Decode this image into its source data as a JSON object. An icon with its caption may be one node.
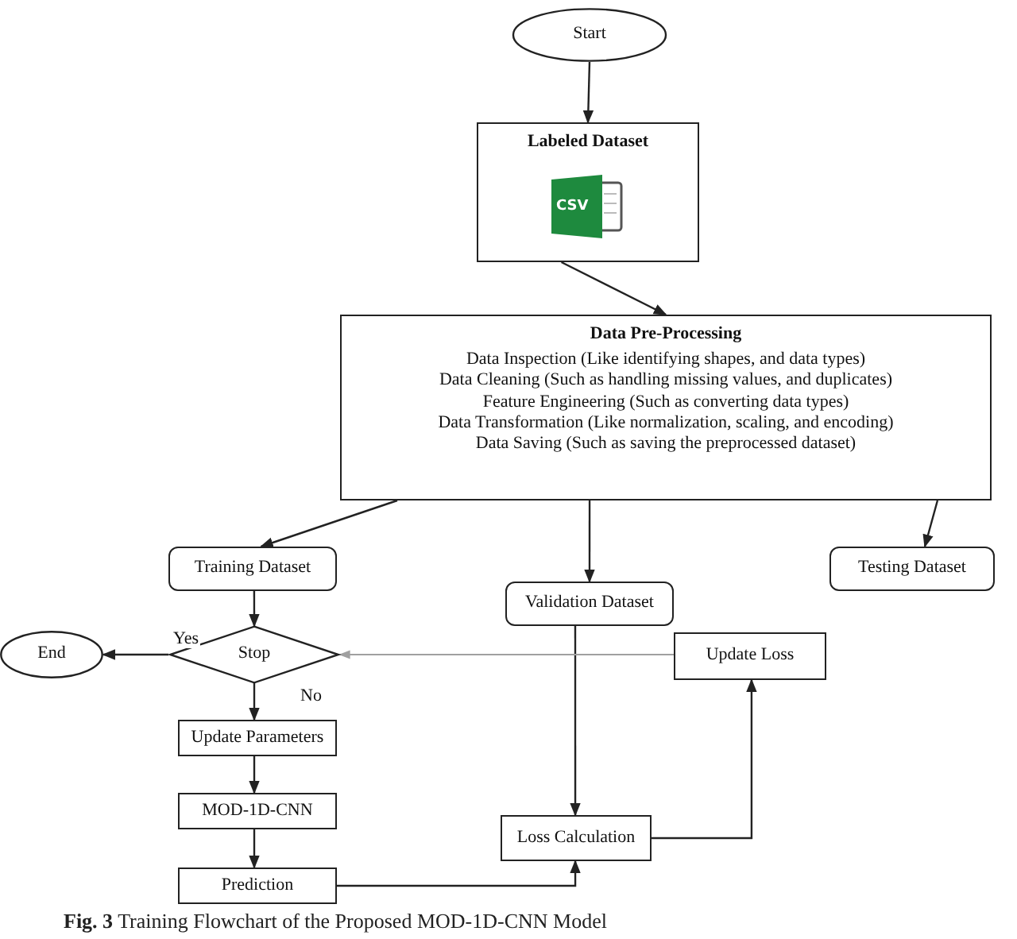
{
  "diagram": {
    "caption": "**Fig. 3** Training Flowchart of the Proposed MOD-1D-CNN Model",
    "nodes": [
      {
        "text": [
          "Start"
        ]
      },
      {
        "text": [
          "Labeled Dataset"
        ]
      },
      {
        "text": [
          "Data Pre-Processing",
          "Data Inspection (Like identifying shapes, and data types)",
          "Data Cleaning (Such as handling missing values, and duplicates)",
          "Feature Engineering (Such as converting data types)",
          "Data Transformation (Like normalization, scaling, and encoding)",
          "Data Saving (Such as saving the preprocessed dataset)"
        ]
      },
      {
        "text": [
          "Training Dataset"
        ]
      },
      {
        "text": [
          "Validation Dataset"
        ]
      },
      {
        "text": [
          "Testing Dataset"
        ]
      },
      {
        "text": [
          "Stop"
        ]
      },
      {
        "text": [
          "End"
        ]
      },
      {
        "text": [
          "Update Loss"
        ]
      },
      {
        "text": [
          "Update Parameters"
        ]
      },
      {
        "text": [
          "MOD-1D-CNN"
        ]
      },
      {
        "text": [
          "Prediction"
        ]
      },
      {
        "text": [
          "Loss Calculation"
        ]
      }
    ],
    "edges": [
      {
        "from": 0,
        "to": 1,
        "arrow": "to"
      },
      {
        "from": 1,
        "to": 2,
        "arrow": "to"
      },
      {
        "from": 2,
        "to": 3,
        "arrow": "to"
      },
      {
        "from": 2,
        "to": 4,
        "arrow": "to"
      },
      {
        "from": 2,
        "to": 5,
        "arrow": "to"
      },
      {
        "from": 3,
        "to": 6,
        "arrow": "to"
      },
      {
        "from": 6,
        "to": 7,
        "arrow": "to",
        "label": "Yes"
      },
      {
        "from": 6,
        "to": 9,
        "arrow": "to",
        "label": "No"
      },
      {
        "from": 9,
        "to": 10,
        "arrow": "to"
      },
      {
        "from": 10,
        "to": 11,
        "arrow": "to"
      },
      {
        "from": 11,
        "to": 12,
        "arrow": "to"
      },
      {
        "from": 4,
        "to": 12,
        "arrow": "to"
      },
      {
        "from": 12,
        "to": 8,
        "arrow": "to"
      },
      {
        "from": 8,
        "to": 6,
        "arrow": "to",
        "color": "#a0a0a0"
      }
    ],
    "labels": [
      "CSV"
    ]
  }
}
